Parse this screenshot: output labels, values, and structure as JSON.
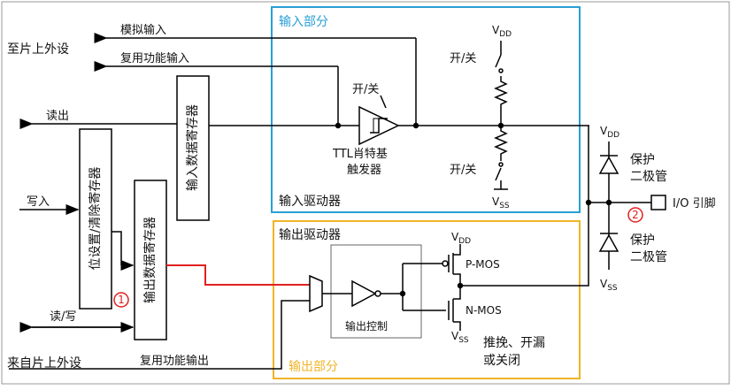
{
  "colors": {
    "input_section": "#2a9fd6",
    "output_section": "#f0b428",
    "highlight_wire": "#e02020",
    "marker_red": "#e02020",
    "line": "#000000"
  },
  "labels": {
    "to_onchip_peripheral": "至片上外设",
    "analog_input": "模拟输入",
    "alt_function_input": "复用功能输入",
    "read": "读出",
    "write": "写入",
    "read_write": "读/写",
    "from_onchip_peripheral": "来自片上外设",
    "alt_function_output": "复用功能输出",
    "input_data_register": "输入数据寄存器",
    "bit_set_reset_register": "位设置/清除寄存器",
    "output_data_register": "输出数据寄存器",
    "input_section": "输入部分",
    "input_driver": "输入驱动器",
    "output_driver": "输出驱动器",
    "output_section": "输出部分",
    "output_control": "输出控制",
    "on_off_schmitt": "开/关",
    "ttl_line1": "TTL肖特基",
    "ttl_line2": "触发器",
    "on_off_pullup": "开/关",
    "on_off_pulldown": "开/关",
    "vdd_main": "V",
    "vdd_main_sub": "DD",
    "vss_main": "V",
    "vss_main_sub": "SS",
    "vdd_out": "V",
    "vdd_out_sub": "DD",
    "vss_out": "V",
    "vss_out_sub": "SS",
    "vdd_prot": "V",
    "vdd_prot_sub": "DD",
    "vss_prot": "V",
    "vss_prot_sub": "SS",
    "pmos": "P-MOS",
    "nmos": "N-MOS",
    "push_pull_line1": "推挽、开漏",
    "push_pull_line2": "或关闭",
    "protection_diode_top_1": "保护",
    "protection_diode_top_2": "二极管",
    "protection_diode_bottom_1": "保护",
    "protection_diode_bottom_2": "二极管",
    "io_pin": "I/O 引脚",
    "marker_1": "1",
    "marker_2": "2"
  }
}
